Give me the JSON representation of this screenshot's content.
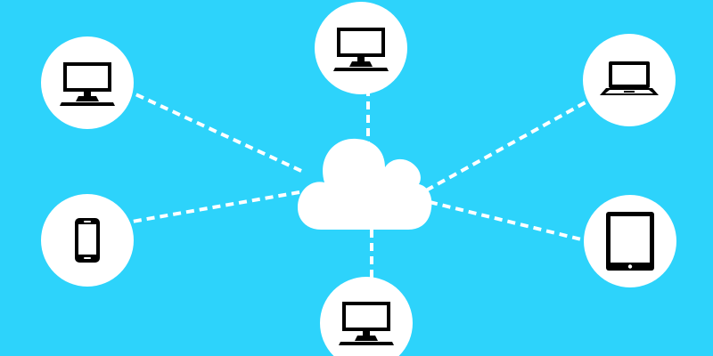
{
  "colors": {
    "background": "#2DD3FB",
    "node_fill": "#FFFFFF",
    "link_stroke": "#FFFFFF",
    "device_ink": "#000000"
  },
  "hub": {
    "icon": "cloud-icon"
  },
  "nodes": [
    {
      "id": "monitor-top-left",
      "icon": "desktop-monitor-icon"
    },
    {
      "id": "monitor-top-center",
      "icon": "desktop-monitor-icon"
    },
    {
      "id": "laptop-top-right",
      "icon": "laptop-icon"
    },
    {
      "id": "smartphone-left",
      "icon": "smartphone-icon"
    },
    {
      "id": "tablet-right",
      "icon": "tablet-icon"
    },
    {
      "id": "monitor-bottom-center",
      "icon": "desktop-monitor-icon"
    }
  ],
  "links": [
    {
      "from": "cloud",
      "to": "monitor-top-left"
    },
    {
      "from": "cloud",
      "to": "monitor-top-center"
    },
    {
      "from": "cloud",
      "to": "laptop-top-right"
    },
    {
      "from": "cloud",
      "to": "smartphone-left"
    },
    {
      "from": "cloud",
      "to": "tablet-right"
    },
    {
      "from": "cloud",
      "to": "monitor-bottom-center"
    }
  ]
}
